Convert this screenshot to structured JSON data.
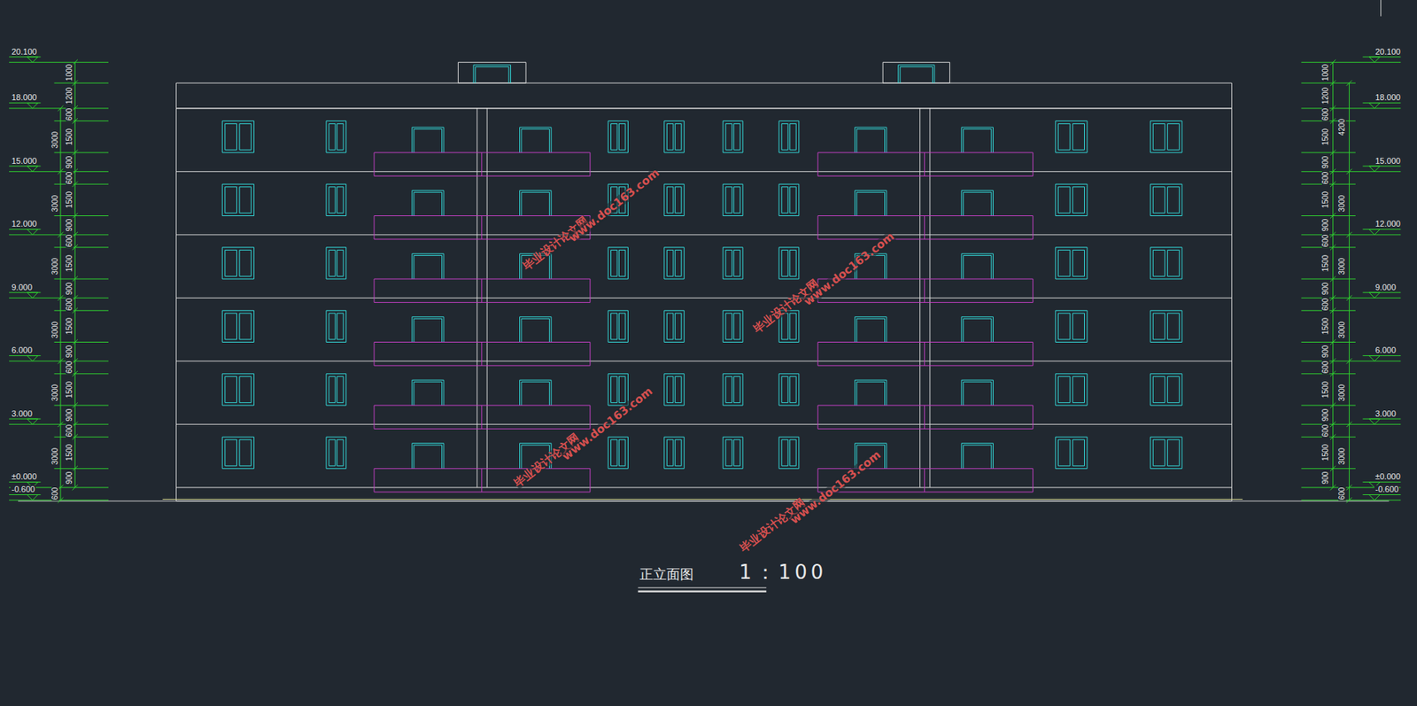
{
  "diagram": {
    "title": "正立面图",
    "labels": [
      "20.100",
      "18.000",
      "15.000",
      "12.000",
      "9.000",
      "6.000",
      "3.000",
      "±0.000",
      "-0.600",
      "1000",
      "1200",
      "600",
      "1500",
      "900",
      "600",
      "1500",
      "900",
      "600",
      "1500",
      "900",
      "600",
      "1500",
      "900",
      "600",
      "1500",
      "900",
      "600",
      "1500",
      "900",
      "3000",
      "3000",
      "3000",
      "3000",
      "3000",
      "3000",
      "600",
      "20.100",
      "18.000",
      "15.000",
      "12.000",
      "9.000",
      "6.000",
      "3.000",
      "±0.000",
      "-0.600",
      "1000",
      "1200",
      "600",
      "1500",
      "900",
      "600",
      "1500",
      "900",
      "600",
      "1500",
      "900",
      "600",
      "1500",
      "900",
      "600",
      "1500",
      "900",
      "600",
      "1500",
      "900",
      "4200",
      "3000",
      "3000",
      "3000",
      "3000",
      "3000",
      "600",
      "1：100",
      "毕业设计论文网",
      "www.doc163.com",
      "毕业设计论文网",
      "www.doc163.com",
      "毕业设计论文网",
      "www.doc163.com",
      "毕业设计论文网",
      "www.doc163.com"
    ]
  }
}
